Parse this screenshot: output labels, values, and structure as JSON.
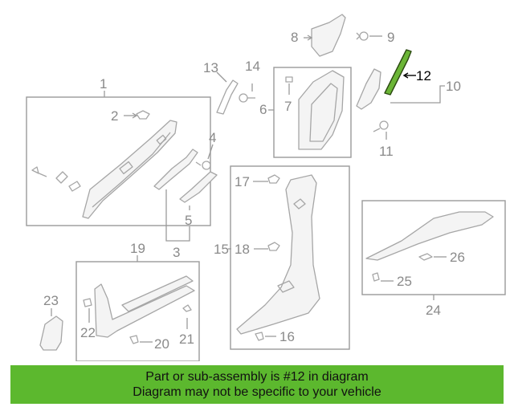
{
  "diagram": {
    "callouts": {
      "c1": "1",
      "c2": "2",
      "c3": "3",
      "c4": "4",
      "c5": "5",
      "c6": "6",
      "c7": "7",
      "c8": "8",
      "c9": "9",
      "c10": "10",
      "c11": "11",
      "c12": "12",
      "c13": "13",
      "c14": "14",
      "c15": "15",
      "c16": "16",
      "c17": "17",
      "c18": "18",
      "c19": "19",
      "c20": "20",
      "c21": "21",
      "c22": "22",
      "c23": "23",
      "c24": "24",
      "c25": "25",
      "c26": "26"
    },
    "highlighted_part": "12",
    "highlight_color": "#6bb536"
  },
  "banner": {
    "line1": "Part or sub-assembly is #12 in diagram",
    "line2": "Diagram may not be specific to your vehicle",
    "background": "#5cb82e"
  }
}
